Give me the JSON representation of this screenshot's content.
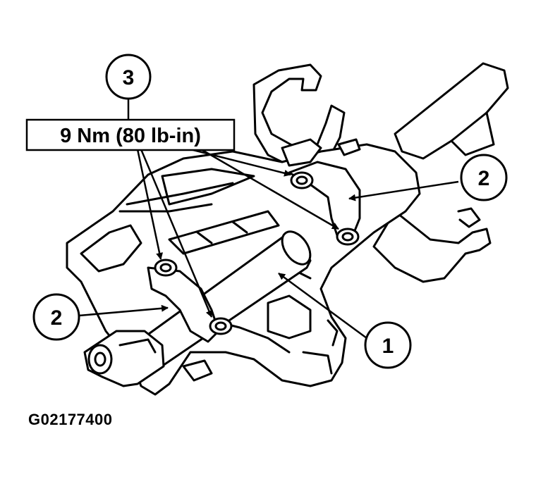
{
  "callouts": [
    {
      "id": "callout-1",
      "label": "1"
    },
    {
      "id": "callout-2-left",
      "label": "2"
    },
    {
      "id": "callout-2-right",
      "label": "2"
    },
    {
      "id": "callout-3",
      "label": "3"
    }
  ],
  "torque_spec": "9 Nm (80 lb-in)",
  "figure_id": "G02177400"
}
